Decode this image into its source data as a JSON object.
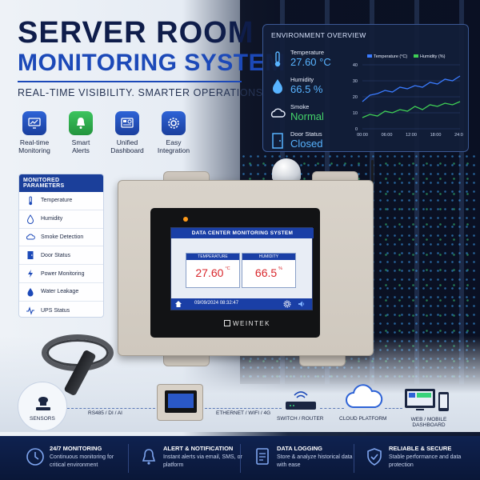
{
  "header": {
    "title_line1": "SERVER ROOM",
    "title_line2": "MONITORING SYSTEM",
    "tagline": "REAL-TIME VISIBILITY. SMARTER OPERATIONS."
  },
  "features": [
    {
      "icon": "monitor-chart-icon",
      "line1": "Real-time",
      "line2": "Monitoring"
    },
    {
      "icon": "bell-icon",
      "line1": "Smart",
      "line2": "Alerts"
    },
    {
      "icon": "dashboard-icon",
      "line1": "Unified",
      "line2": "Dashboard"
    },
    {
      "icon": "gear-icon",
      "line1": "Easy",
      "line2": "Integration"
    }
  ],
  "environment": {
    "title": "ENVIRONMENT OVERVIEW",
    "items": [
      {
        "label": "Temperature",
        "value": "27.60 °C",
        "icon": "thermometer-icon"
      },
      {
        "label": "Humidity",
        "value": "66.5 %",
        "icon": "droplet-icon"
      },
      {
        "label": "Smoke",
        "value": "Normal",
        "icon": "smoke-icon"
      },
      {
        "label": "Door Status",
        "value": "Closed",
        "icon": "door-icon"
      }
    ]
  },
  "chart_data": {
    "type": "line",
    "x": [
      "00:00",
      "06:00",
      "12:00",
      "18:00",
      "24:00"
    ],
    "yticks": [
      0,
      10,
      20,
      30,
      40
    ],
    "ylim": [
      0,
      40
    ],
    "series": [
      {
        "name": "Temperature (°C)",
        "color": "#3a7bff",
        "values": [
          17,
          21,
          22,
          24,
          23,
          26,
          25,
          27,
          26,
          29,
          28,
          31,
          30,
          33
        ]
      },
      {
        "name": "Humidity (%)",
        "color": "#3fcf55",
        "values": [
          7,
          9,
          8,
          11,
          10,
          12,
          11,
          14,
          12,
          15,
          14,
          16,
          15,
          17
        ]
      }
    ]
  },
  "parameters": {
    "title": "MONITORED PARAMETERS",
    "items": [
      {
        "label": "Temperature",
        "icon": "thermometer-icon"
      },
      {
        "label": "Humidity",
        "icon": "droplet-icon"
      },
      {
        "label": "Smoke Detection",
        "icon": "smoke-icon"
      },
      {
        "label": "Door Status",
        "icon": "door-icon"
      },
      {
        "label": "Power Monitoring",
        "icon": "lightning-icon"
      },
      {
        "label": "Water Leakage",
        "icon": "water-drop-icon"
      },
      {
        "label": "UPS Status",
        "icon": "pulse-icon"
      }
    ]
  },
  "device": {
    "screen_title": "DATA CENTER MONITORING SYSTEM",
    "temp_label": "TEMPERATURE",
    "temp_value": "27.60",
    "temp_unit": "°C",
    "hum_label": "HUMIDITY",
    "hum_value": "66.5",
    "hum_unit": "%",
    "datetime": "09/09/2024  08:32:47",
    "brand": "WEINTEK"
  },
  "flow": {
    "sensors": "SENSORS",
    "link1": "RS485 / DI / AI",
    "link2": "ETHERNET / WIFI / 4G",
    "router": "SWITCH / ROUTER",
    "cloud": "CLOUD PLATFORM",
    "dashboard_line1": "WEB / MOBILE",
    "dashboard_line2": "DASHBOARD"
  },
  "bottom": [
    {
      "title": "24/7 MONITORING",
      "desc": "Continuous monitoring for critical environment",
      "icon": "clock-icon"
    },
    {
      "title": "ALERT & NOTIFICATION",
      "desc": "Instant alerts via email, SMS, or platform",
      "icon": "bell-icon"
    },
    {
      "title": "DATA LOGGING",
      "desc": "Store & analyze historical data with ease",
      "icon": "document-icon"
    },
    {
      "title": "RELIABLE & SECURE",
      "desc": "Stable performance and data protection",
      "icon": "shield-icon"
    }
  ]
}
